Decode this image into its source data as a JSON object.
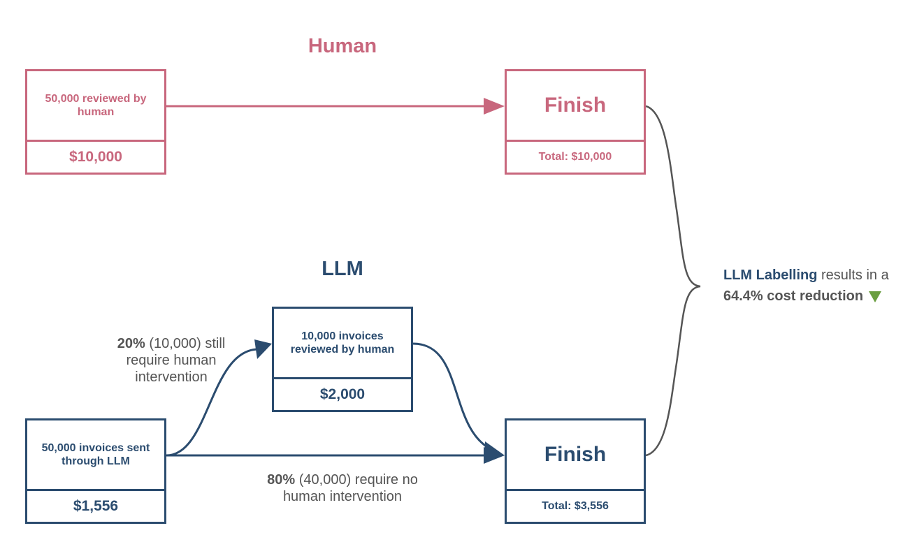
{
  "colors": {
    "human": "#c8677d",
    "llm": "#2b4c6f",
    "text": "#555555",
    "reduction": "#6a9e3f"
  },
  "human": {
    "title": "Human",
    "start": {
      "label": "50,000 reviewed by human",
      "cost": "$10,000"
    },
    "finish": {
      "label": "Finish",
      "total": "Total: $10,000"
    }
  },
  "llm": {
    "title": "LLM",
    "start": {
      "label": "50,000 invoices sent through LLM",
      "cost": "$1,556"
    },
    "review": {
      "label": "10,000 invoices reviewed by human",
      "cost": "$2,000"
    },
    "finish": {
      "label": "Finish",
      "total": "Total: $3,556"
    },
    "branch_up": {
      "pct": "20%",
      "rest": "(10,000) still require human intervention"
    },
    "branch_direct": {
      "pct": "80%",
      "rest": "(40,000) require no human intervention"
    }
  },
  "result": {
    "label_strong": "LLM Labelling",
    "text": "results in a",
    "reduction": "64.4% cost reduction",
    "icon": "down-triangle-icon"
  }
}
